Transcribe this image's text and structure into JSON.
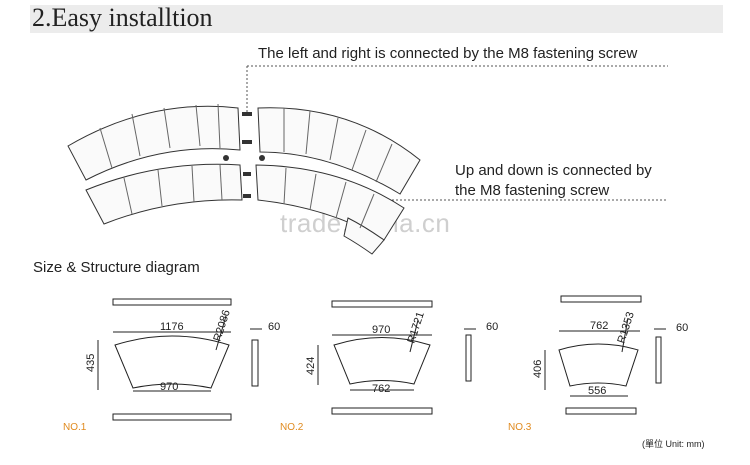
{
  "title": "2.Easy installtion",
  "notes": {
    "left_right": "The left and right is connected by the M8 fastening screw",
    "up_down_line1": "Up and down is connected by",
    "up_down_line2": "the M8 fastening screw"
  },
  "watermark": "trade.china.cn",
  "section_title": "Size & Structure diagram",
  "unit_note": "(單位 Unit: mm)",
  "panels": [
    {
      "label": "NO.1",
      "top_width": "1176",
      "bottom_width": "970",
      "height": "435",
      "radius": "R2086",
      "depth": "60"
    },
    {
      "label": "NO.2",
      "top_width": "970",
      "bottom_width": "762",
      "height": "424",
      "radius": "R1721",
      "depth": "60"
    },
    {
      "label": "NO.3",
      "top_width": "762",
      "bottom_width": "556",
      "height": "406",
      "radius": "R1353",
      "depth": "60"
    }
  ],
  "colors": {
    "label": "#e08a1e",
    "band": "#ececec",
    "line": "#222222"
  }
}
